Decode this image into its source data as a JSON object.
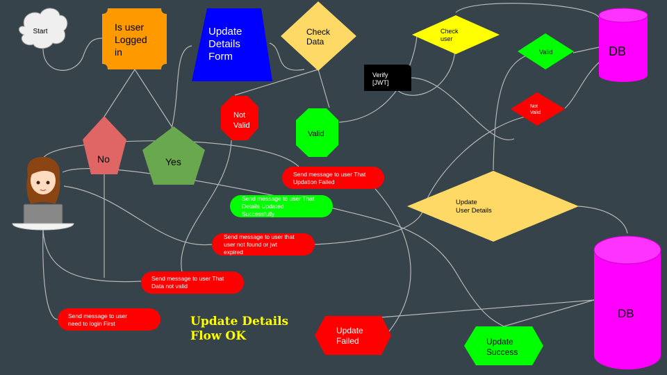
{
  "nodes": {
    "start": "Start",
    "is_logged_l1": "Is user",
    "is_logged_l2": "Logged",
    "is_logged_l3": "in",
    "form_l1": "Update",
    "form_l2": "Details",
    "form_l3": "Form",
    "check_data_l1": "Check",
    "check_data_l2": "Data",
    "check_user_l1": "Check",
    "check_user_l2": "user",
    "verify_l1": "Verify",
    "verify_l2": "[JWT]",
    "valid_user": "Valid",
    "db_top": "DB",
    "not_valid_data_l1": "Not",
    "not_valid_data_l2": "Valid",
    "valid_data": "Valid",
    "not_valid_user_l1": "Not",
    "not_valid_user_l2": "Valid",
    "no": "No",
    "yes": "Yes",
    "update_user_details_l1": "Update",
    "update_user_details_l2": "User Details",
    "db_bottom": "DB",
    "update_failed_l1": "Update",
    "update_failed_l2": "Failed",
    "update_success_l1": "Update",
    "update_success_l2": "Success"
  },
  "messages": {
    "updation_failed_l1": "Send message to user That",
    "updation_failed_l2": "Updation Failed",
    "details_updated_l1": "Send message to user That",
    "details_updated_l2": "Details Updated",
    "details_updated_l3": "Successfully",
    "not_found_l1": "Send message to user that",
    "not_found_l2": "user not found  or jwt",
    "not_found_l3": "expired",
    "data_not_valid_l1": "Send message to user That",
    "data_not_valid_l2": "Data not valid",
    "login_first_l1": "Send message to user",
    "login_first_l2": "need to login First"
  },
  "caption": {
    "line1": "Update Details",
    "line2": "Flow OK"
  },
  "colors": {
    "background": "#37434a",
    "orange": "#ff9900",
    "blue": "#0000ff",
    "yellow": "#ffd966",
    "bright_yellow": "#ffff00",
    "green": "#00ff00",
    "red": "#ff0000",
    "magenta": "#ff00ff",
    "salmon": "#e06666",
    "dark_green": "#6aa84f",
    "caption": "#ffff00"
  }
}
